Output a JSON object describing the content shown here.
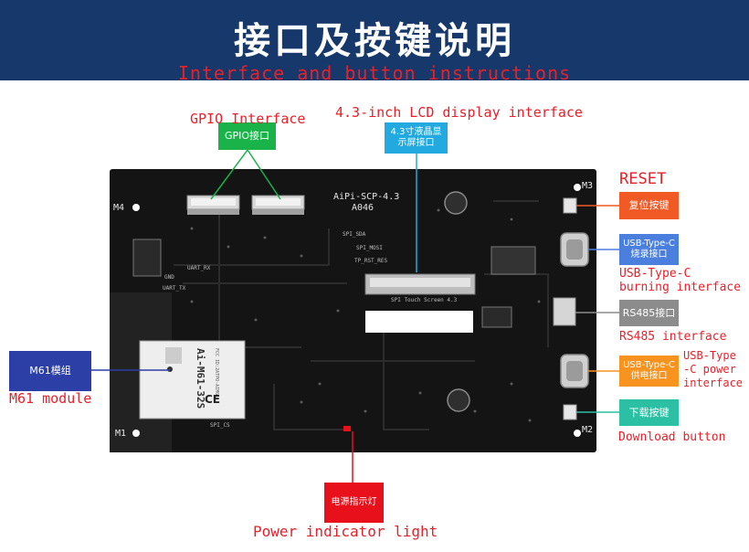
{
  "header": {
    "title": "接口及按键说明",
    "subtitle": "Interface and button instructions"
  },
  "labels": {
    "gpio_en": "GPIO Interface",
    "gpio_cn": "GPIO接口",
    "lcd_en": "4.3-inch LCD display interface",
    "lcd_cn_1": "4.3寸液晶显",
    "lcd_cn_2": "示屏接口",
    "reset_en": "RESET",
    "reset_cn": "复位按键",
    "usb_burn_cn_1": "USB-Type-C",
    "usb_burn_cn_2": "烧录接口",
    "usb_burn_en_1": "USB-Type-C",
    "usb_burn_en_2": "burning interface",
    "rs485_cn": "RS485接口",
    "rs485_en": "RS485 interface",
    "usb_power_cn_1": "USB-Type-C",
    "usb_power_cn_2": "供电接口",
    "usb_power_en_1": "USB-Type",
    "usb_power_en_2": "-C power",
    "usb_power_en_3": "interface",
    "download_cn": "下载按键",
    "download_en": "Download button",
    "m61_cn": "M61模组",
    "m61_en": "M61 module",
    "power_cn": "电源指示灯",
    "power_en": "Power indicator light"
  },
  "board": {
    "name": "AiPi-SCP-4.3",
    "code": "A046",
    "m1": "M1",
    "m2": "M2",
    "m3": "M3",
    "m4": "M4",
    "spi_header": "SPI Touch Screen 4.3",
    "module_name": "Ai-M61-32S",
    "module_sub": "FCC ID:2ATPO-AIM61",
    "spi_sda": "SPI_SDA",
    "spi_mosi": "SPI_MOSI",
    "tp_rst": "TP_RST_RES",
    "spi_cs": "SPI_CS",
    "uart_rx": "UART_RX",
    "uart_tx": "UART_TX",
    "gnd": "GND"
  },
  "colors": {
    "header_bg": "#17386a",
    "red_text": "#e8202a",
    "gpio_box": "#19b34a",
    "lcd_box": "#22a9e0",
    "reset_box": "#f15a24",
    "usb_burn_box": "#4a7fdd",
    "rs485_box": "#8c8c8c",
    "usb_power_box": "#f7931e",
    "download_box": "#2bbfa4",
    "m61_box": "#2b3fa6",
    "power_box": "#e8101a"
  }
}
